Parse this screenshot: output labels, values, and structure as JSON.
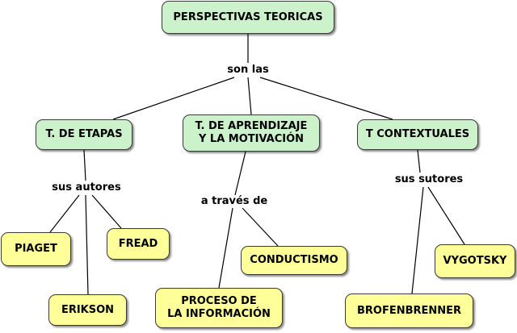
{
  "nodes": {
    "root": "PERSPECTIVAS TEORICAS",
    "etapas": "T. DE ETAPAS",
    "aprendizaje": "T. DE APRENDIZAJE\nY LA MOTIVACIÓN",
    "contextuales": "T CONTEXTUALES",
    "piaget": "PIAGET",
    "fread": "FREAD",
    "erikson": "ERIKSON",
    "conductismo": "CONDUCTISMO",
    "proceso": "PROCESO DE\nLA INFORMACIÓN",
    "vygotsky": "VYGOTSKY",
    "brofenbrenner": "BROFENBRENNER"
  },
  "links": {
    "son_las": "son las",
    "sus_autores": "sus autores",
    "a_traves_de": "a través de",
    "sus_sutores": "sus sutores"
  },
  "colors": {
    "category_fill": "#ccf2cc",
    "leaf_fill": "#ffff99",
    "border": "#3a3a3a",
    "line": "#000000"
  }
}
